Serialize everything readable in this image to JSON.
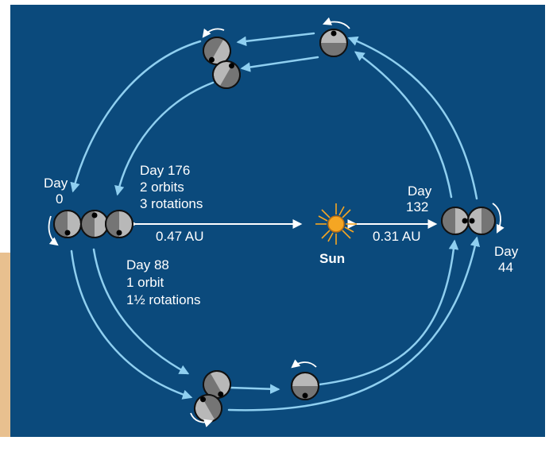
{
  "diagram": {
    "sun_label": "Sun",
    "distance_perihelion": "0.31 AU",
    "distance_aphelion": "0.47 AU",
    "day0": {
      "line1": "Day",
      "line2": "0"
    },
    "day44": {
      "line1": "Day",
      "line2": "44"
    },
    "day88": {
      "line1": "Day 88",
      "line2": "1 orbit",
      "line3": "1½ rotations"
    },
    "day132": {
      "line1": "Day",
      "line2": "132"
    },
    "day176": {
      "line1": "Day 176",
      "line2": "2 orbits",
      "line3": "3 rotations"
    }
  },
  "colors": {
    "background": "#0b4a7c",
    "accent_bar": "#e8c08f",
    "orbit_arrow": "#8fcff0",
    "sun": "#f5a623",
    "text": "#ffffff"
  }
}
